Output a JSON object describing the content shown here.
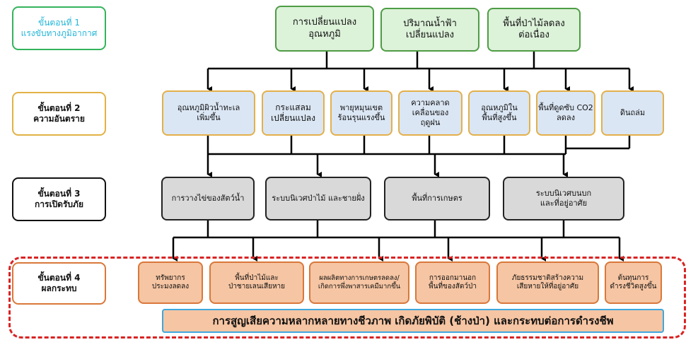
{
  "stages": [
    {
      "id": "stage-1",
      "text": "ขั้นตอนที่ 1\nแรงขับทางภูมิอากาศ"
    },
    {
      "id": "stage-2",
      "text": "ขั้นตอนที่ 2\nความอันตราย"
    },
    {
      "id": "stage-3",
      "text": "ขั้นตอนที่ 3\nการเปิดรับภัย"
    },
    {
      "id": "stage-4",
      "text": "ขั้นตอนที่ 4\nผลกระทบ"
    }
  ],
  "drivers": [
    "การเปลี่ยนแปลง\nอุณหภูมิ",
    "ปริมาณน้ำฟ้า\nเปลี่ยนแปลง",
    "พื้นที่ป่าไม้ลดลง\nต่อเนื่อง"
  ],
  "hazards": [
    "อุณหภูมิผิวน้ำทะเล\nเพิ่มขึ้น",
    "กระแสลม\nเปลี่ยนแปลง",
    "พายุหมุนเขต\nร้อนรุนแรงขึ้น",
    "ความคลาด\nเคลื่อนของ\nฤดูฝน",
    "อุณหภูมิใน\nพื้นที่สูงขึ้น",
    "พื้นที่ดูดซับ CO2\nลดลง",
    "ดินถล่ม"
  ],
  "exposures": [
    "การวางไข่ของสัตว์น้ำ",
    "ระบบนิเวศป่าไม้ และชายฝั่ง",
    "พื้นที่การเกษตร",
    "ระบบนิเวศบนบก\nและที่อยู่อาศัย"
  ],
  "impacts": [
    "ทรัพยากร\nประมงลดลง",
    "พื้นที่ป่าไม้และ\nป่าชายเลนเสียหาย",
    "ผลผลิตทางการเกษตรลดลง/\nเกิดการพึ่งพาสารเคมีมากขึ้น",
    "การออกมานอก\nพื้นที่ของสัตว์ป่า",
    "ภัยธรรมชาติสร้างความ\nเสียหายให้ที่อยู่อาศัย",
    "ต้นทุนการ\nดำรงชีวิตสูงขึ้น"
  ],
  "final_impact": "การสูญเสียความหลากหลายทางชีวภาพ เกิดภัยพิบัติ (ช้างป่า) และกระทบต่อการดำรงชีพ",
  "colors": {
    "driver_fill": "#dcf2d9",
    "driver_border": "#4e9c45",
    "hazard_fill": "#dbe6f4",
    "hazard_border": "#e3b04a",
    "exposure_fill": "#d9d9d9",
    "impact_fill": "#f6c5a3",
    "impact_border": "#d9783a",
    "frame": "#d92323",
    "stage1_text": "#22b5d8"
  }
}
